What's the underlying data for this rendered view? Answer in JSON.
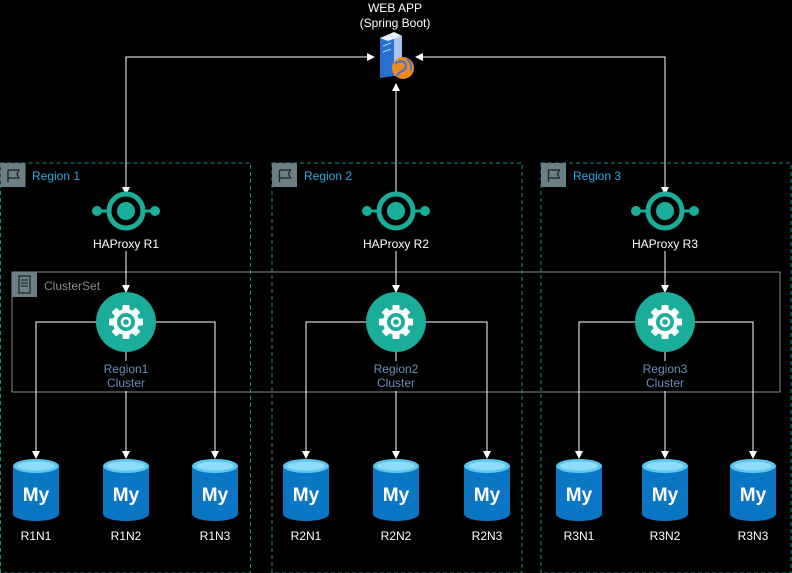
{
  "webapp": {
    "line1": "WEB APP",
    "line2": "(Spring Boot)"
  },
  "regions": [
    {
      "label": "Region 1",
      "haproxy": "HAProxy R1",
      "cluster_line1": "Region1",
      "cluster_line2": "Cluster",
      "nodes": [
        "R1N1",
        "R1N2",
        "R1N3"
      ]
    },
    {
      "label": "Region 2",
      "haproxy": "HAProxy R2",
      "cluster_line1": "Region2",
      "cluster_line2": "Cluster",
      "nodes": [
        "R2N1",
        "R2N2",
        "R2N3"
      ]
    },
    {
      "label": "Region 3",
      "haproxy": "HAProxy R3",
      "cluster_line1": "Region3",
      "cluster_line2": "Cluster",
      "nodes": [
        "R3N1",
        "R3N2",
        "R3N3"
      ]
    }
  ],
  "clusterset": {
    "label": "ClusterSet"
  },
  "db_icon_text": "My",
  "colors": {
    "background": "#000000",
    "region_border": "#1a8a8a",
    "region_icon": "#6d7f86",
    "clusterset_border": "#8a8a8a",
    "teal": "#1aae9a",
    "arrow": "#ffffff",
    "db_blue": "#0a76c4",
    "db_light": "#5bc6ef"
  }
}
